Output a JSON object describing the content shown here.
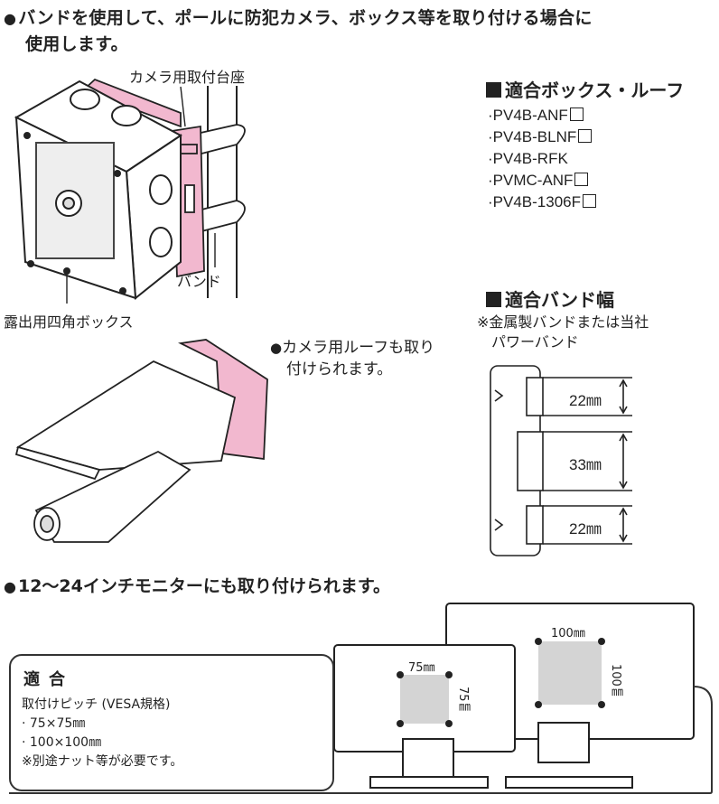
{
  "intro": {
    "line1": "バンドを使用して、ポールに防犯カメラ、ボックス等を取り付ける場合に",
    "line2": "使用します。"
  },
  "labels": {
    "camera_mount": "カメラ用取付台座",
    "band": "バンド",
    "exposed_box": "露出用四角ボックス",
    "roof_note_line1": "カメラ用ルーフも取り",
    "roof_note_line2": "付けられます。"
  },
  "compatible_box": {
    "heading": "適合ボックス・ルーフ",
    "items": [
      "·PV4B-ANF",
      "·PV4B-BLNF",
      "·PV4B-RFK",
      "·PVMC-ANF",
      "·PV4B-1306F"
    ],
    "items_with_box_symbol": [
      true,
      true,
      false,
      true,
      true
    ]
  },
  "compatible_band": {
    "heading": "適合バンド幅",
    "note_line1": "※金属製バンドまたは当社",
    "note_line2": "パワーバンド",
    "widths": [
      "22㎜",
      "33㎜",
      "22㎜"
    ]
  },
  "monitor": {
    "heading": "12〜24インチモニターにも取り付けられます。",
    "small_label": "75㎜",
    "small_label_side": "75㎜",
    "large_label": "100㎜",
    "large_label_side": "100㎜"
  },
  "fit_box": {
    "title": "適合",
    "pitch_label": "取付けピッチ (VESA規格)",
    "pitch_1": "· 75×75㎜",
    "pitch_2": "· 100×100㎜",
    "note": "※別途ナット等が必要です。"
  },
  "colors": {
    "pink": "#f2b8cf",
    "line": "#222222",
    "grey": "#d4d4d4"
  }
}
